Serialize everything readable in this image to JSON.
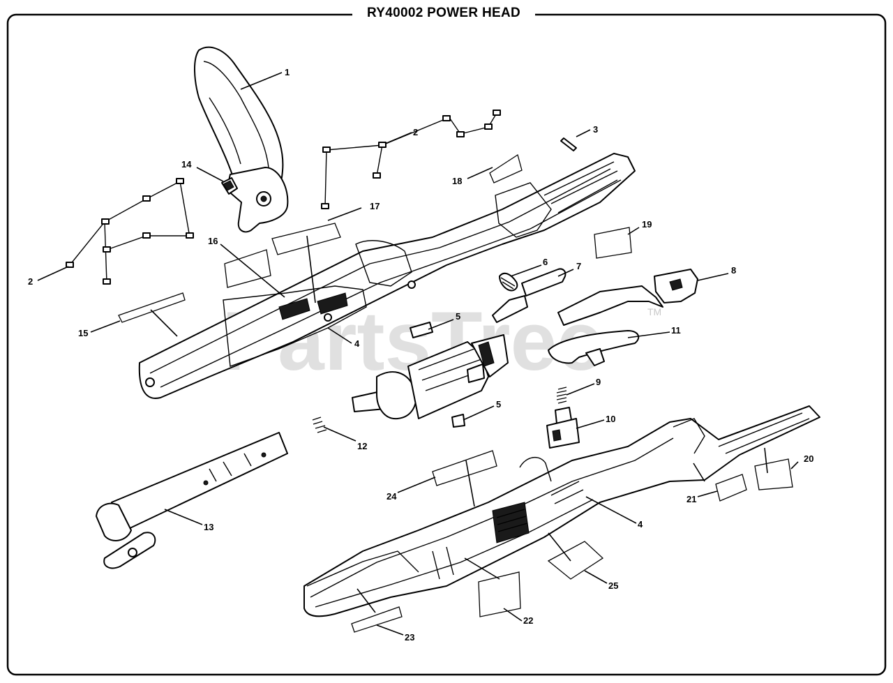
{
  "title": "RY40002 POWER HEAD",
  "watermark": "PartsTree",
  "watermark_tm": "TM",
  "callouts": [
    {
      "id": "c1",
      "label": "1"
    },
    {
      "id": "c2a",
      "label": "2"
    },
    {
      "id": "c2b",
      "label": "2"
    },
    {
      "id": "c3",
      "label": "3"
    },
    {
      "id": "c4a",
      "label": "4"
    },
    {
      "id": "c4b",
      "label": "4"
    },
    {
      "id": "c5a",
      "label": "5"
    },
    {
      "id": "c5b",
      "label": "5"
    },
    {
      "id": "c6",
      "label": "6"
    },
    {
      "id": "c7",
      "label": "7"
    },
    {
      "id": "c8",
      "label": "8"
    },
    {
      "id": "c9",
      "label": "9"
    },
    {
      "id": "c10",
      "label": "10"
    },
    {
      "id": "c11",
      "label": "11"
    },
    {
      "id": "c12",
      "label": "12"
    },
    {
      "id": "c13",
      "label": "13"
    },
    {
      "id": "c14",
      "label": "14"
    },
    {
      "id": "c15",
      "label": "15"
    },
    {
      "id": "c16",
      "label": "16"
    },
    {
      "id": "c17",
      "label": "17"
    },
    {
      "id": "c18",
      "label": "18"
    },
    {
      "id": "c19",
      "label": "19"
    },
    {
      "id": "c20",
      "label": "20"
    },
    {
      "id": "c21",
      "label": "21"
    },
    {
      "id": "c22",
      "label": "22"
    },
    {
      "id": "c23",
      "label": "23"
    },
    {
      "id": "c24",
      "label": "24"
    },
    {
      "id": "c25",
      "label": "25"
    }
  ]
}
